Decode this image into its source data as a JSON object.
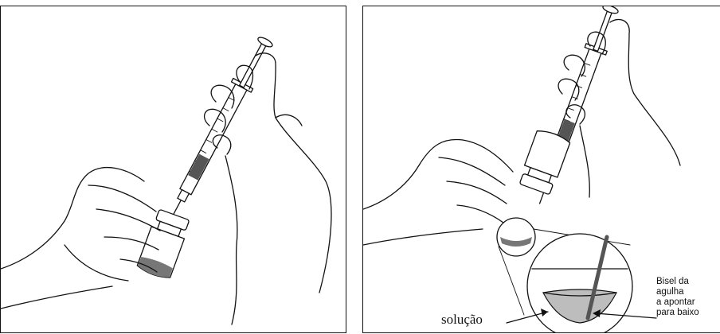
{
  "figure": {
    "left_panel": {},
    "right_panel": {
      "callout_bevel": [
        "Bisel da",
        "agulha",
        "a apontar",
        "para baixo"
      ],
      "callout_solution": "solução"
    }
  },
  "colors": {
    "ink": "#111111",
    "liquid_dark": "#555555",
    "liquid_light": "#bdbdbd",
    "background": "#ffffff"
  }
}
